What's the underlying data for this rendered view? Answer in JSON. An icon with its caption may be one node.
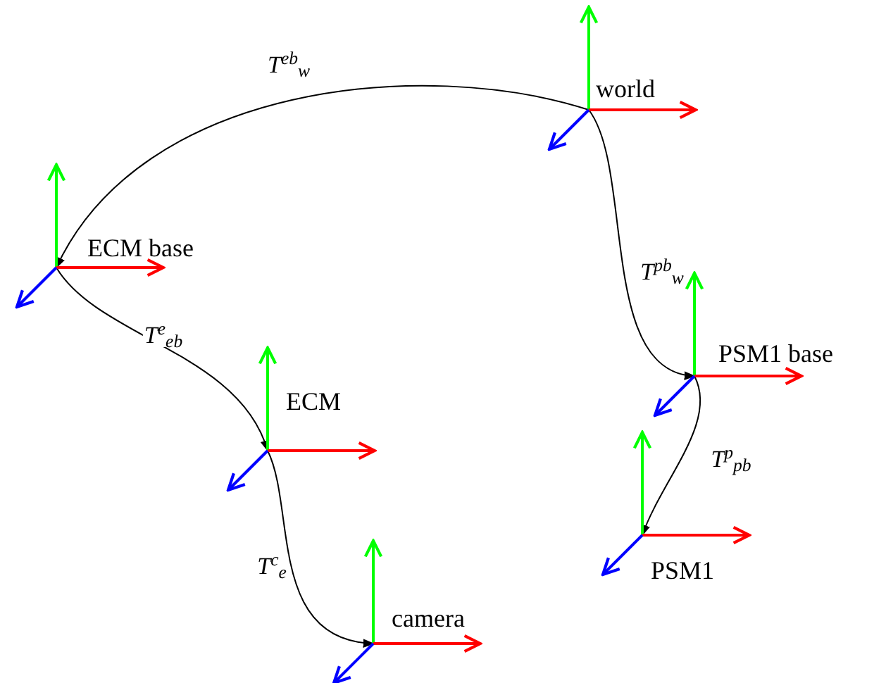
{
  "diagram": {
    "nodes": [
      {
        "text": [
          "world"
        ]
      },
      {
        "text": [
          "ECM base"
        ]
      },
      {
        "text": [
          "PSM1 base"
        ]
      },
      {
        "text": [
          "ECM"
        ]
      },
      {
        "text": [
          "PSM1"
        ]
      },
      {
        "text": [
          "camera"
        ]
      }
    ],
    "edges": [
      {
        "from": 0,
        "to": 1,
        "arrow": "to",
        "label": "T$^{eb}$$_{w}$"
      },
      {
        "from": 1,
        "to": 3,
        "arrow": "to",
        "label": "T$^{e}$$_{eb}$"
      },
      {
        "from": 3,
        "to": 5,
        "arrow": "to",
        "label": "T$^{c}$$_{e}$"
      },
      {
        "from": 0,
        "to": 2,
        "arrow": "to",
        "label": "T$^{pb}$$_{w}$"
      },
      {
        "from": 2,
        "to": 4,
        "arrow": "to",
        "label": "T$^{p}$$_{pb}$"
      }
    ]
  }
}
